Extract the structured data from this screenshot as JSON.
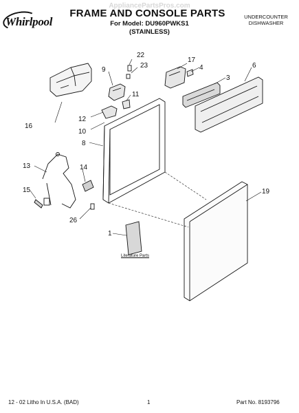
{
  "watermark": "AppliancePartsPros.com",
  "brand": "Whirlpool",
  "header": {
    "title": "FRAME AND CONSOLE PARTS",
    "model_line": "For Model: DU960PWKS1",
    "variant_line": "(STAINLESS)",
    "product_type_line1": "UNDERCOUNTER",
    "product_type_line2": "DISHWASHER"
  },
  "literature_label": "Literature Parts",
  "callouts": [
    "1",
    "3",
    "4",
    "6",
    "8",
    "9",
    "10",
    "11",
    "12",
    "13",
    "14",
    "15",
    "16",
    "17",
    "19",
    "22",
    "23",
    "26"
  ],
  "footer": {
    "left": "12 - 02 Litho In U.S.A. (BAD)",
    "page": "1",
    "part_no": "Part No. 8193796"
  }
}
